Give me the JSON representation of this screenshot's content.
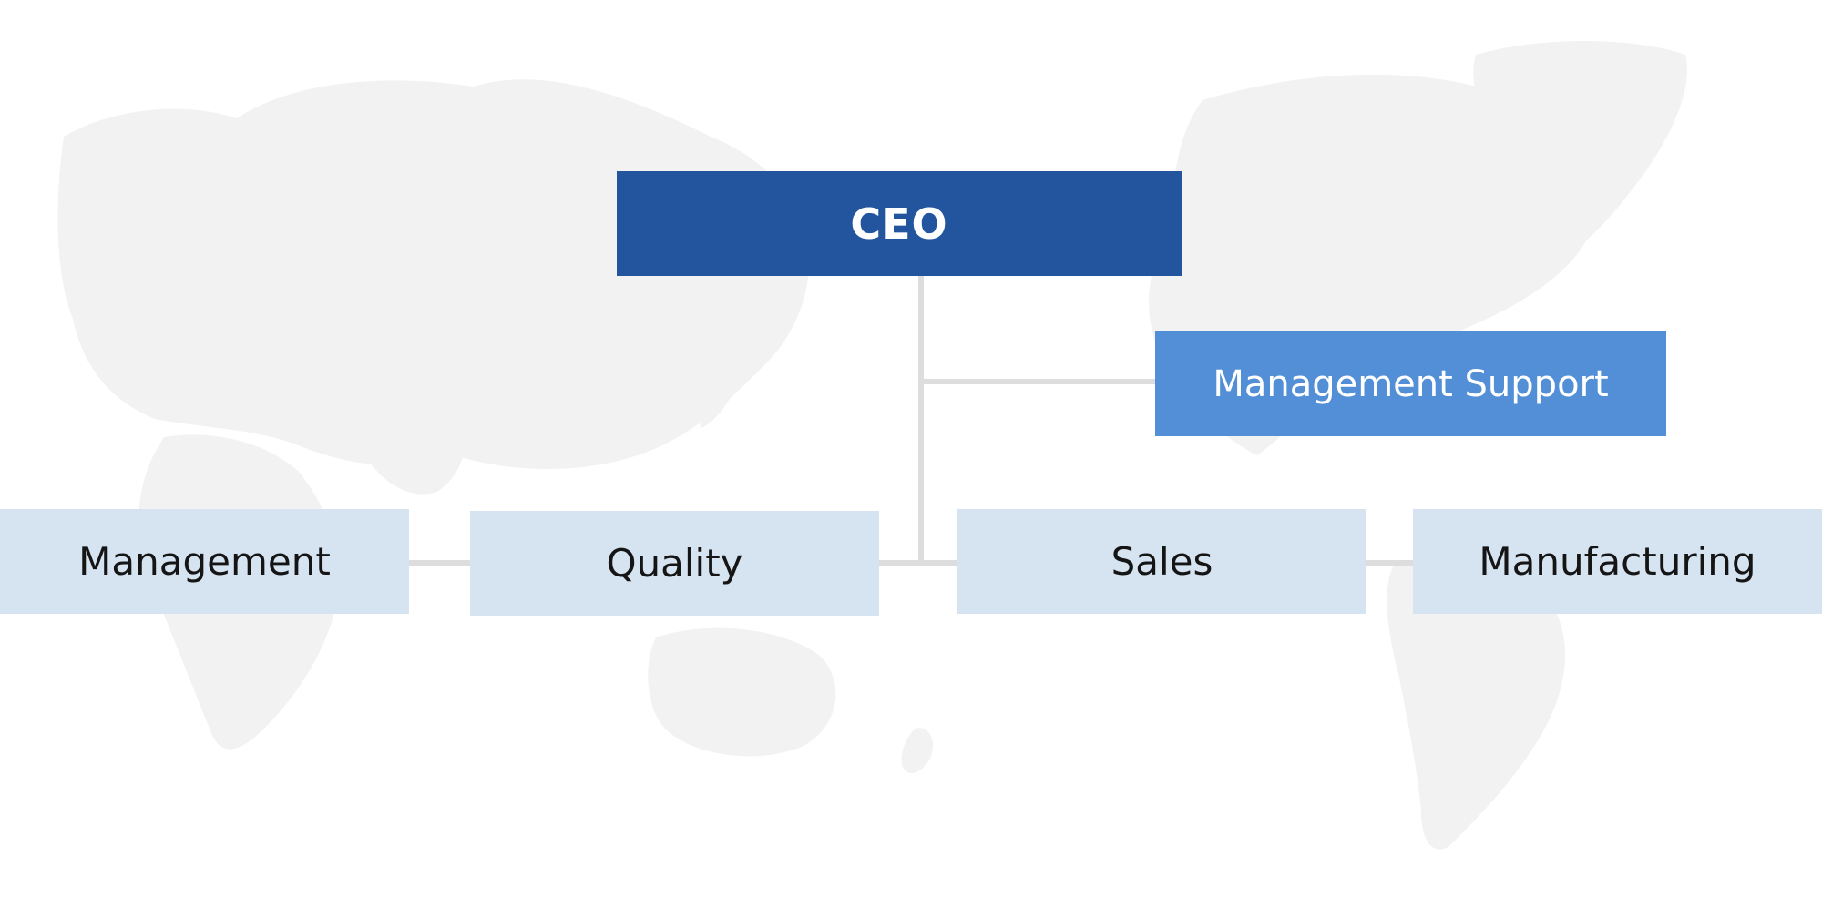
{
  "org_chart": {
    "ceo": {
      "label": "CEO"
    },
    "management_support": {
      "label": "Management Support"
    },
    "departments": [
      {
        "label": "Management"
      },
      {
        "label": "Quality"
      },
      {
        "label": "Sales"
      },
      {
        "label": "Manufacturing"
      }
    ]
  },
  "colors": {
    "ceo_fill": "#23559f",
    "support_fill": "#528fd6",
    "department_fill": "#d6e3f0",
    "connector": "#dddddd",
    "map": "#f1f1f1"
  }
}
